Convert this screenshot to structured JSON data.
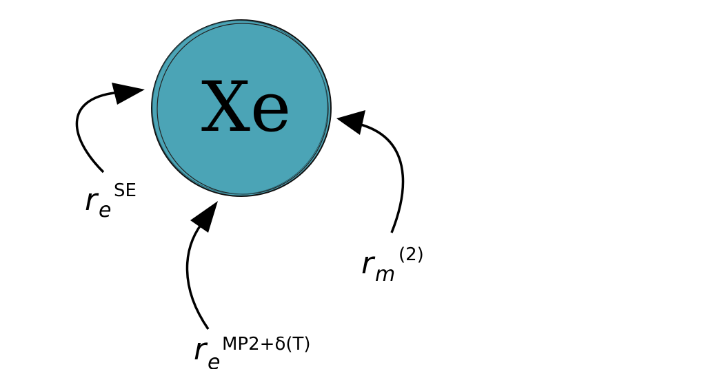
{
  "atom": {
    "symbol": "Xe",
    "fill_color": "#4ba4b6"
  },
  "labels": [
    {
      "base": "r",
      "sub": "e",
      "sup": "SE"
    },
    {
      "base": "r",
      "sub": "m",
      "sup": "(2)"
    },
    {
      "base": "r",
      "sub": "e",
      "sup": "MP2+δ(T)"
    }
  ]
}
